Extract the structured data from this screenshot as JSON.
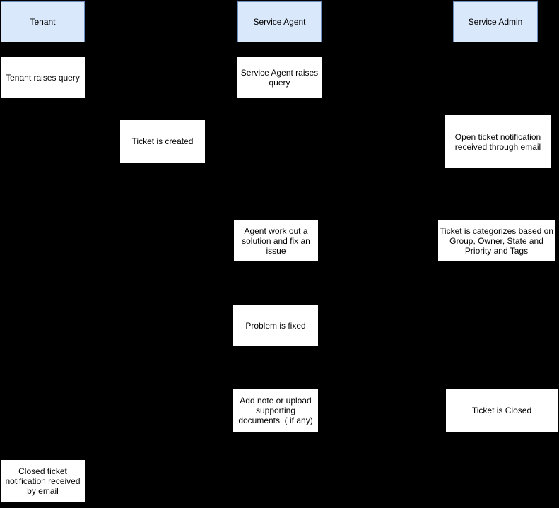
{
  "diagram": {
    "background_color": "#000000",
    "lane_fill_color": "#dae8fc",
    "lane_border_color": "#6c8ebf",
    "node_fill_color": "#ffffff",
    "text_color": "#000000",
    "lanes": [
      {
        "label": "Tenant"
      },
      {
        "label": "Service Agent"
      },
      {
        "label": "Service Admin"
      }
    ],
    "nodes": [
      {
        "label": "Tenant raises query"
      },
      {
        "label": "Service Agent raises\nquery"
      },
      {
        "label": "Ticket is created"
      },
      {
        "label": "Open ticket notification\nreceived through email"
      },
      {
        "label": "Agent work out a\nsolution and fix an\nissue"
      },
      {
        "label": "Ticket is categorizes based on\nGroup, Owner, State and\nPriority and Tags"
      },
      {
        "label": "Problem is fixed"
      },
      {
        "label": "Add note or upload\nsupporting\ndocuments  ( if any)"
      },
      {
        "label": "Ticket is Closed"
      },
      {
        "label": "Closed ticket\nnotification received\nby email"
      }
    ]
  }
}
